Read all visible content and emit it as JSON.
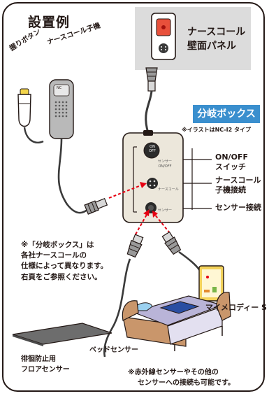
{
  "title": "設置例",
  "wall_panel": {
    "label_line1": "ナースコール",
    "label_line2": "壁面パネル"
  },
  "branch_box": {
    "badge": "分岐ボックス",
    "note": "※イラストはNC-I2 タイプ",
    "switch_sub_line1": "センサー",
    "switch_sub_line2": "ON/OFF",
    "nursecall_sub": "ナースコール",
    "sensor_sub": "センサー",
    "onoff_on": "ON",
    "onoff_off": "OFF"
  },
  "labels": {
    "switch_line1": "ON/OFF",
    "switch_line2": "スイッチ",
    "sub_unit_line1": "ナースコール",
    "sub_unit_line2": "子機接続",
    "sensor_connect": "センサー接続",
    "grip_button": "握りボタン",
    "nurse_call_sub_unit": "ナースコール子機",
    "sub_unit_label": "NC",
    "my_melody": "マイメロディー S",
    "bed_sensor": "ベッドセンサー",
    "floor_line1": "徘徊防止用",
    "floor_line2": "フロアセンサー"
  },
  "notes": {
    "branch_line1": "※「分岐ボックス」は",
    "branch_line2": "各社ナースコールの",
    "branch_line3": "仕様によって異なります。",
    "branch_line4": "右頁をご参照ください。",
    "infrared_line1": "※赤外線センサーやその他の",
    "infrared_line2": "センサーへの接続も可能です。"
  },
  "colors": {
    "badge_blue": "#3a8fce",
    "panel_gray": "#dcdcdc",
    "arrow_red": "#e60012",
    "bed_brown": "#c9966b",
    "blanket_blue": "#2a4ea2",
    "sheet_lavender": "#b9b4d8",
    "device_yellow": "#f3d25a"
  }
}
